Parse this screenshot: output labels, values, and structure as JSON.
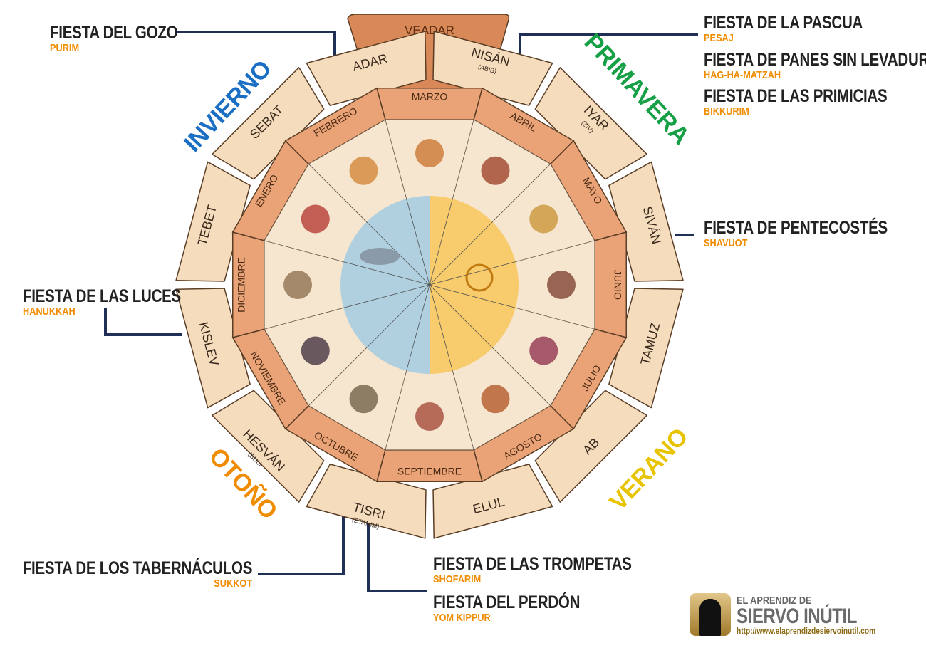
{
  "colors": {
    "tile": "#f4dcbc",
    "tile_stroke": "#5a3d25",
    "month_ring": "#e9a376",
    "veadar": "#d98958",
    "wedge": "#f6e6cf",
    "winter": "#a9cde0",
    "summer": "#f8c860",
    "line": "#1f2f55",
    "feast_hebrew": "#f08c00"
  },
  "hebrew_months": [
    {
      "name": "NISÁN",
      "alt": "(ABIB)"
    },
    {
      "name": "IYAR",
      "alt": "(ZIV)"
    },
    {
      "name": "SIVÁN",
      "alt": ""
    },
    {
      "name": "TAMUZ",
      "alt": ""
    },
    {
      "name": "AB",
      "alt": ""
    },
    {
      "name": "ELUL",
      "alt": ""
    },
    {
      "name": "TISRI",
      "alt": "(ETANIM)"
    },
    {
      "name": "HESVÁN",
      "alt": "(BUL)"
    },
    {
      "name": "KISLEV",
      "alt": ""
    },
    {
      "name": "TEBET",
      "alt": ""
    },
    {
      "name": "SEBAT",
      "alt": ""
    },
    {
      "name": "ADAR",
      "alt": ""
    }
  ],
  "leap_month": "VEADAR",
  "gregorian_months": [
    "MARZO",
    "ABRIL",
    "MAYO",
    "JUNIO",
    "JULIO",
    "AGOSTO",
    "SEPTIEMBRE",
    "OCTUBRE",
    "NOVIEMBRE",
    "DICIEMBRE",
    "ENERO",
    "FEBRERO"
  ],
  "seasons": [
    {
      "name": "INVIERNO",
      "color": "#1a6fc4"
    },
    {
      "name": "PRIMAVERA",
      "color": "#16a046"
    },
    {
      "name": "VERANO",
      "color": "#e8c400"
    },
    {
      "name": "OTOÑO",
      "color": "#f08c00"
    }
  ],
  "feasts": [
    {
      "name": "FIESTA DEL GOZO",
      "hebrew": "PURIM"
    },
    {
      "name": "FIESTA DE LA PASCUA",
      "hebrew": "PESAJ"
    },
    {
      "name": "FIESTA DE PANES SIN LEVADURA",
      "hebrew": "HAG-HA-MATZAH"
    },
    {
      "name": "FIESTA DE LAS PRIMICIAS",
      "hebrew": "BIKKURIM"
    },
    {
      "name": "FIESTA DE PENTECOSTÉS",
      "hebrew": "SHAVUOT"
    },
    {
      "name": "FIESTA DE LAS LUCES",
      "hebrew": "HANUKKAH"
    },
    {
      "name": "FIESTA DE LOS TABERNÁCULOS",
      "hebrew": "SUKKOT"
    },
    {
      "name": "FIESTA DE LAS TROMPETAS",
      "hebrew": "SHOFARIM"
    },
    {
      "name": "FIESTA DEL PERDÓN",
      "hebrew": "YOM KIPPUR"
    }
  ],
  "logo": {
    "line1": "EL APRENDIZ DE",
    "line2": "SIERVO INÚTIL",
    "url": "http://www.elaprendizdesiervoinutil.com"
  }
}
